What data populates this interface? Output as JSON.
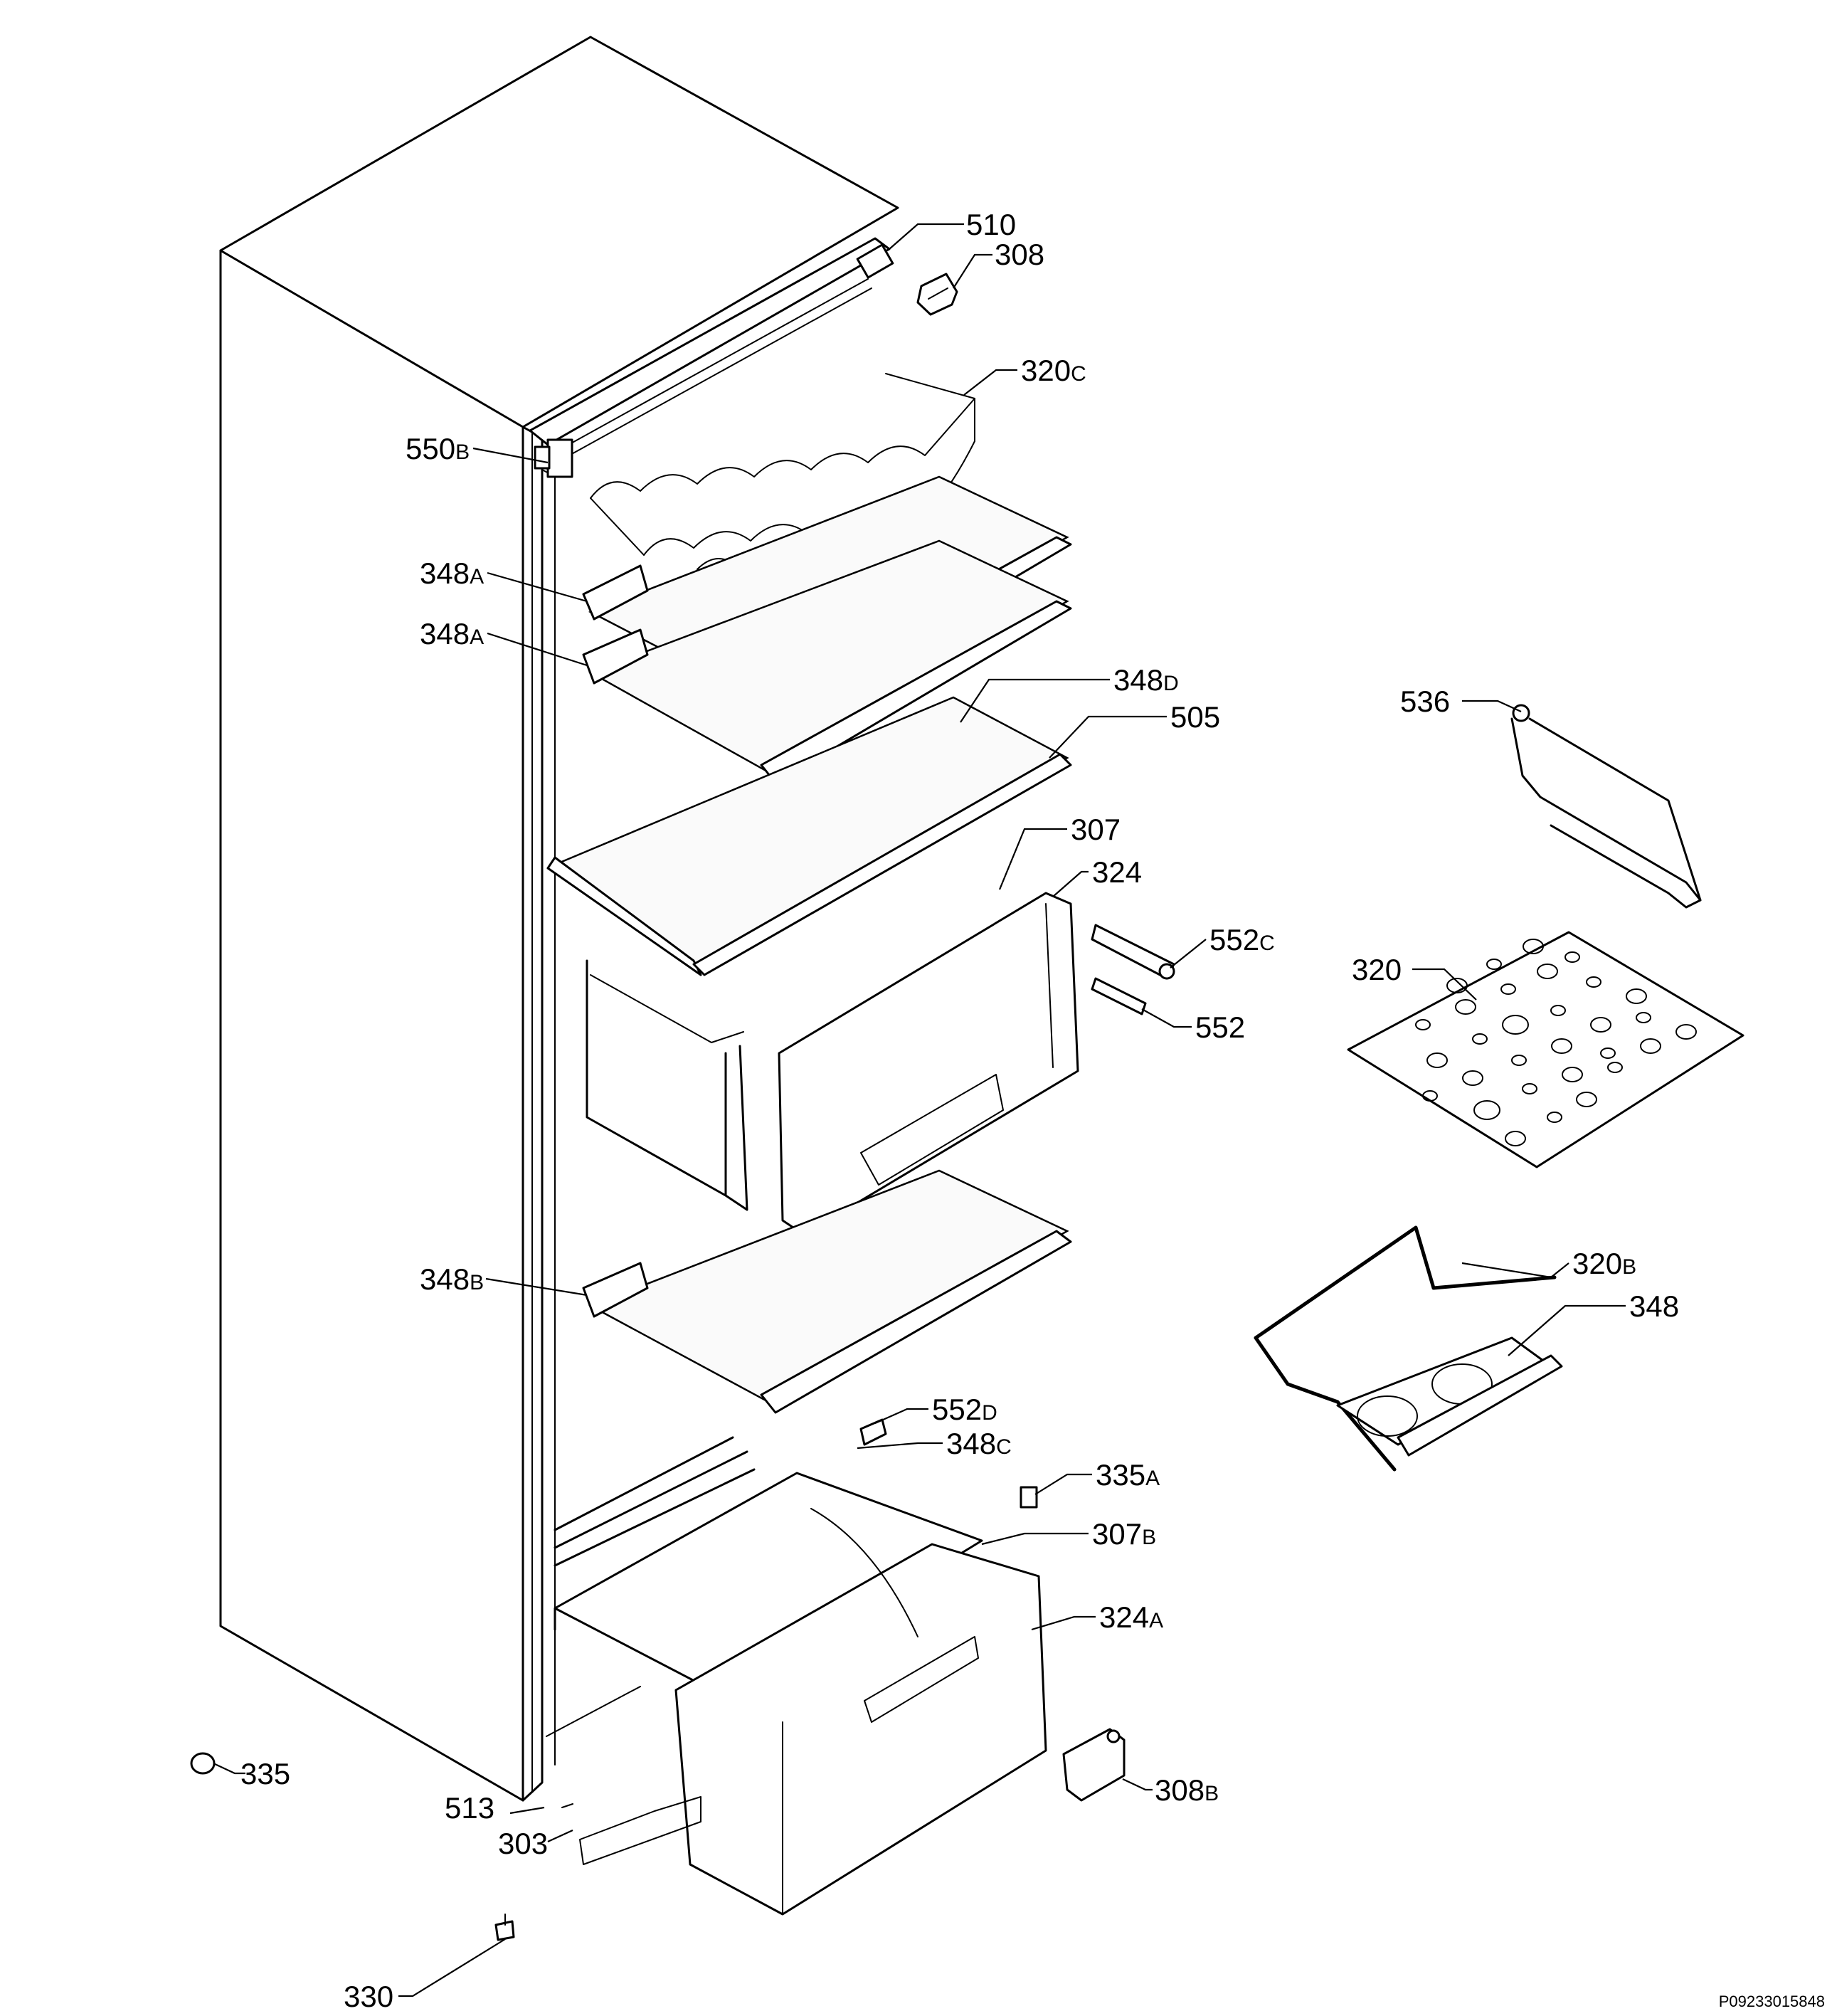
{
  "diagram": {
    "type": "exploded-parts-diagram",
    "drawing_code": "P09233015848",
    "callouts": [
      {
        "id": "c-510",
        "num": "510",
        "sfx": ""
      },
      {
        "id": "c-308",
        "num": "308",
        "sfx": ""
      },
      {
        "id": "c-320c",
        "num": "320",
        "sfx": "C"
      },
      {
        "id": "c-550b",
        "num": "550",
        "sfx": "B"
      },
      {
        "id": "c-348a-1",
        "num": "348",
        "sfx": "A"
      },
      {
        "id": "c-348a-2",
        "num": "348",
        "sfx": "A"
      },
      {
        "id": "c-348d",
        "num": "348",
        "sfx": "D"
      },
      {
        "id": "c-505",
        "num": "505",
        "sfx": ""
      },
      {
        "id": "c-307",
        "num": "307",
        "sfx": ""
      },
      {
        "id": "c-324",
        "num": "324",
        "sfx": ""
      },
      {
        "id": "c-552c",
        "num": "552",
        "sfx": "C"
      },
      {
        "id": "c-552",
        "num": "552",
        "sfx": ""
      },
      {
        "id": "c-536",
        "num": "536",
        "sfx": ""
      },
      {
        "id": "c-320",
        "num": "320",
        "sfx": ""
      },
      {
        "id": "c-348b",
        "num": "348",
        "sfx": "B"
      },
      {
        "id": "c-320b",
        "num": "320",
        "sfx": "B"
      },
      {
        "id": "c-348",
        "num": "348",
        "sfx": ""
      },
      {
        "id": "c-552d",
        "num": "552",
        "sfx": "D"
      },
      {
        "id": "c-348c",
        "num": "348",
        "sfx": "C"
      },
      {
        "id": "c-335a",
        "num": "335",
        "sfx": "A"
      },
      {
        "id": "c-307b",
        "num": "307",
        "sfx": "B"
      },
      {
        "id": "c-324a",
        "num": "324",
        "sfx": "A"
      },
      {
        "id": "c-335",
        "num": "335",
        "sfx": ""
      },
      {
        "id": "c-513",
        "num": "513",
        "sfx": ""
      },
      {
        "id": "c-303",
        "num": "303",
        "sfx": ""
      },
      {
        "id": "c-308b",
        "num": "308",
        "sfx": "B"
      },
      {
        "id": "c-330",
        "num": "330",
        "sfx": ""
      }
    ]
  }
}
